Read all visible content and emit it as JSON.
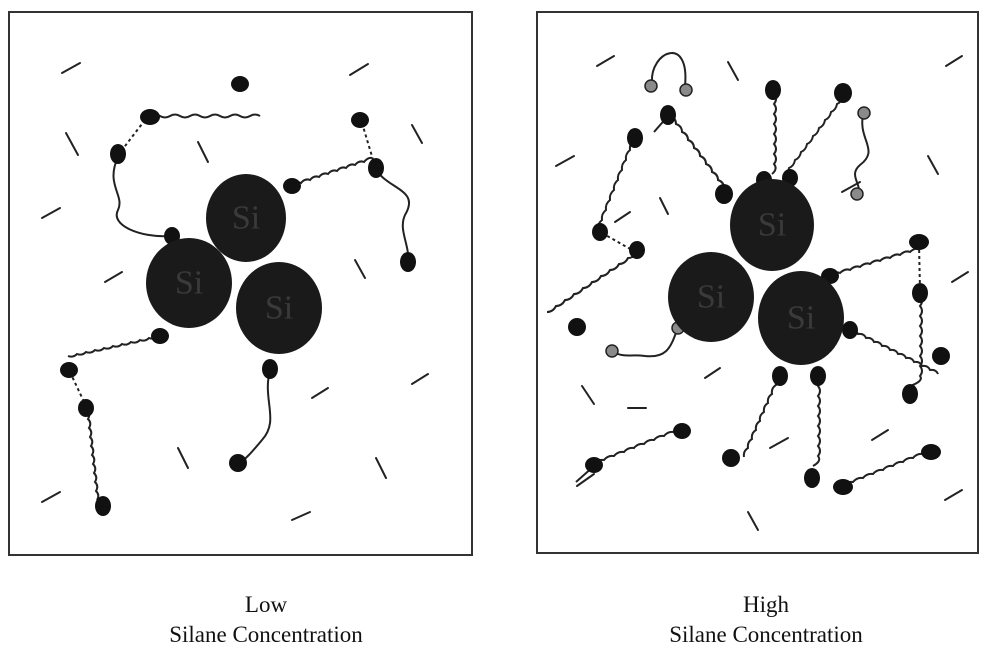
{
  "panels": [
    {
      "id": "low",
      "caption_line1": "Low",
      "caption_line2": "Silane Concentration",
      "particle_labels": [
        "Si",
        "Si",
        "Si"
      ]
    },
    {
      "id": "high",
      "caption_line1": "High",
      "caption_line2": "Silane Concentration",
      "particle_labels": [
        "Si",
        "Si",
        "Si"
      ]
    }
  ],
  "colors": {
    "particle": "#1a1a1a",
    "chain_head": "#111111",
    "unbound_head": "#8a8a8a",
    "line": "#222222",
    "frame": "#333333"
  }
}
